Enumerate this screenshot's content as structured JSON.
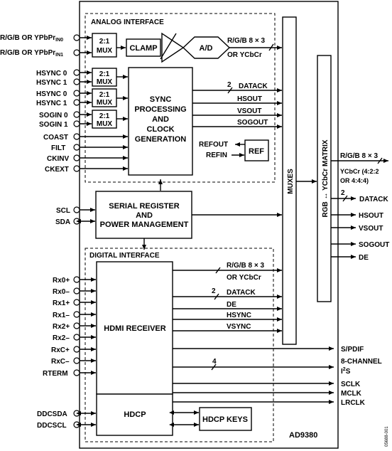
{
  "device": {
    "name": "AD9380",
    "doc_code": "05688-001"
  },
  "analog": {
    "title": "ANALOG INTERFACE",
    "mux": "2:1 MUX",
    "clamp": "CLAMP",
    "adc": "A/D",
    "sync_block": [
      "SYNC",
      "PROCESSING",
      "AND",
      "CLOCK",
      "GENERATION"
    ],
    "ref": "REF",
    "refout": "REFOUT",
    "refin": "REFIN",
    "out_data_1": "R/G/B 8 × 3",
    "out_data_2": "OR YCbCr",
    "bus_2": "2",
    "datack": "DATACK",
    "hsout": "HSOUT",
    "vsout": "VSOUT",
    "sogout": "SOGOUT"
  },
  "inputs_left": {
    "in0_main": "R/G/B OR YPbPr",
    "in0_sub": "IN0",
    "in1_main": "R/G/B OR YPbPr",
    "in1_sub": "IN1",
    "hsync0": "HSYNC 0",
    "hsync1": "HSYNC 1",
    "hsync0b": "HSYNC 0",
    "hsync1b": "HSYNC 1",
    "sogin0": "SOGIN 0",
    "sogin1": "SOGIN 1",
    "coast": "COAST",
    "filt": "FILT",
    "ckinv": "CKINV",
    "ckext": "CKEXT",
    "scl": "SCL",
    "sda": "SDA",
    "rx0p": "Rx0+",
    "rx0m": "Rx0–",
    "rx1p": "Rx1+",
    "rx1m": "Rx1–",
    "rx2p": "Rx2+",
    "rx2m": "Rx2–",
    "rxcp": "RxC+",
    "rxcm": "RxC–",
    "rterm": "RTERM",
    "ddcsda": "DDCSDA",
    "ddcscl": "DDCSCL"
  },
  "serial": [
    "SERIAL REGISTER",
    "AND",
    "POWER MANAGEMENT"
  ],
  "muxes": "MUXES",
  "matrix": "RGB ↔ YCbCr MATRIX",
  "digital": {
    "title": "DIGITAL INTERFACE",
    "hdmi": "HDMI RECEIVER",
    "hdcp": "HDCP",
    "hdcp_keys": "HDCP KEYS",
    "out_data_1": "R/G/B 8 × 3",
    "out_data_2": "OR YCbCr",
    "bus_2": "2",
    "datack": "DATACK",
    "de": "DE",
    "hsync": "HSYNC",
    "vsync": "VSYNC",
    "bus_4": "4"
  },
  "outputs_right": {
    "rgb": "R/G/B 8 × 3",
    "ycbcr_1": "YCbCr (4:2:2",
    "ycbcr_2": "OR 4:4:4)",
    "bus_2": "2",
    "datack": "DATACK",
    "hsout": "HSOUT",
    "vsout": "VSOUT",
    "sogout": "SOGOUT",
    "de": "DE",
    "spdif": "S/PDIF",
    "ch8_1": "8-CHANNEL",
    "ch8_2a": "I",
    "ch8_2b": "2",
    "ch8_2c": "S",
    "sclk": "SCLK",
    "mclk": "MCLK",
    "lrclk": "LRCLK"
  }
}
